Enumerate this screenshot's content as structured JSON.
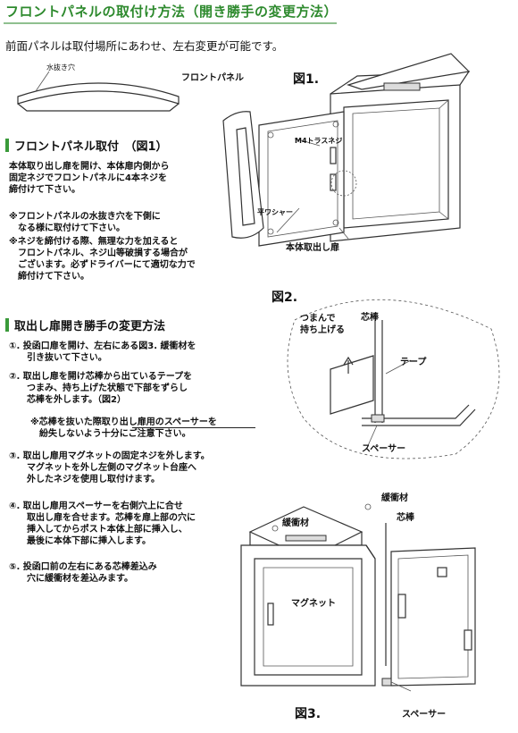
{
  "header": {
    "title": "フロントパネルの取付け方法（開き勝手の変更方法）",
    "subtitle": "前面パネルは取付場所にあわせ、左右変更が可能です。"
  },
  "figure_top": {
    "drain_hole_label": "水抜き穴",
    "front_panel_label": "フロントパネル",
    "fig1_label": "図1.",
    "screw_label": "M4トラスネジ",
    "washer_label": "平ワシャー",
    "door_label": "本体取出し扉"
  },
  "section1": {
    "heading": "フロントパネル取付　（図1）",
    "para1": "本体取り出し扉を開け、本体扉内側から\n固定ネジでフロントパネルに4本ネジを\n締付けて下さい。",
    "note1": "※フロントパネルの水抜き穴を下側に\n　なる様に取付けて下さい。",
    "note2": "※ネジを締付ける際、無理な力を加えると\n　フロントパネル、ネジ山等破損する場合が\n　ございます。必ずドライバーにて適切な力で\n　締付けて下さい。"
  },
  "section2": {
    "heading": "取出し扉開き勝手の変更方法",
    "step1": "①. 投函口扉を開け、左右にある図3. 緩衝材を\n　　引き抜いて下さい。",
    "step2": "②. 取出し扉を開け芯棒から出ているテープを\n　　つまみ、持ち上げた状態で下部をずらし\n　　芯棒を外します。（図2）",
    "warning": "※芯棒を抜いた際取り出し扉用のスペーサーを\n　紛失しないよう十分にご注意下さい。",
    "step3": "③. 取出し扉用マグネットの固定ネジを外します。\n　　マグネットを外し左側のマグネット台座へ\n　　外したネジを使用し取付けます。",
    "step4": "④. 取出し扉用スペーサーを右側穴上に合せ\n　　取出し扉を合せます。芯棒を扉上部の穴に\n　　挿入してからポスト本体上部に挿入し、\n　　最後に本体下部に挿入します。",
    "step5": "⑤. 投函口前の左右にある芯棒差込み\n　　穴に緩衝材を差込みます。"
  },
  "figure2": {
    "fig2_label": "図2.",
    "pinch_label": "つまんで\n持ち上げる",
    "core_rod_label": "芯棒",
    "tape_label": "テープ",
    "spacer_label": "スペーサー"
  },
  "figure3": {
    "cushion_label_right": "緩衝材",
    "cushion_label_left": "緩衝材",
    "core_rod_label": "芯棒",
    "magnet_label": "マグネット",
    "fig3_label": "図3.",
    "spacer_label": "スペーサー"
  },
  "colors": {
    "title_green": "#2e8a2e",
    "accent_bar": "#3a9a3a"
  }
}
